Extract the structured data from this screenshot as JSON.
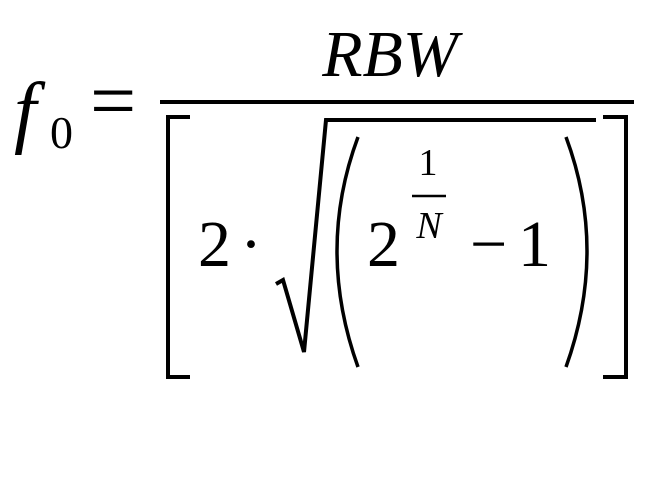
{
  "formula": {
    "lhs_var": "f",
    "lhs_sub": "0",
    "equals": "=",
    "numerator": "RBW",
    "coef": "2",
    "dot": "·",
    "base": "2",
    "exp_num": "1",
    "exp_den": "N",
    "minus": "−",
    "one": "1"
  },
  "colors": {
    "ink": "#000000",
    "background": "#ffffff"
  }
}
